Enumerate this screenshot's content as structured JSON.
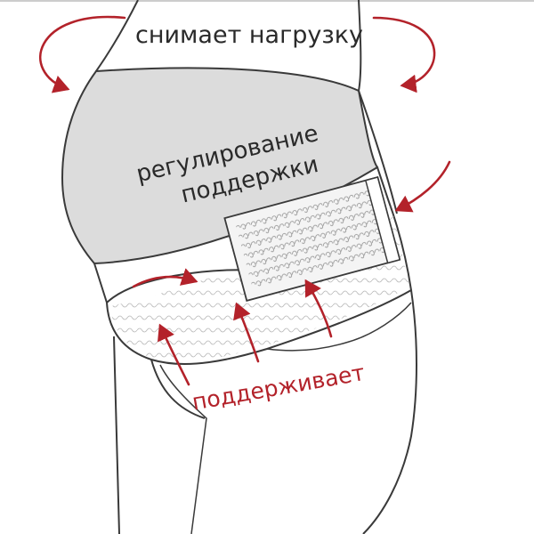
{
  "labels": {
    "top": "снимает нагрузку",
    "adjust_line1": "регулирование",
    "adjust_line2": "поддержки",
    "support": "поддерживает"
  },
  "colors": {
    "arrow": "#b3222a",
    "outline": "#3a3a3a",
    "belly_fill": "#dcdcdc",
    "band_fill": "#ffffff",
    "patch_fill": "#f4f4f4",
    "text_dark": "#2a2a2a"
  },
  "icons": {
    "arrow": "curved-arrow-icon",
    "patch": "velcro-patch-icon"
  }
}
